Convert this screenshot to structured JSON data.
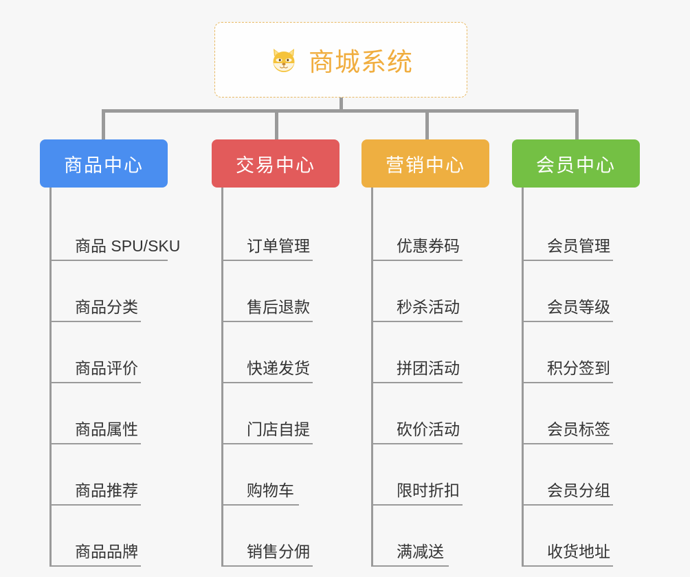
{
  "diagram": {
    "title": "商城系统",
    "root": {
      "label": "商城系统",
      "icon": "shiba-inu-dog-face-emoji",
      "text_color": "#f0ad3e",
      "border_color": "#e8b860",
      "background": "#fefefe"
    },
    "canvas_background": "#f7f7f7",
    "connector_color": "#9a9a9a",
    "columns": [
      {
        "header": "商品中心",
        "color": "#4a8ef0",
        "items": [
          "商品 SPU/SKU",
          "商品分类",
          "商品评价",
          "商品属性",
          "商品推荐",
          "商品品牌"
        ]
      },
      {
        "header": "交易中心",
        "color": "#e25b5b",
        "items": [
          "订单管理",
          "售后退款",
          "快递发货",
          "门店自提",
          "购物车",
          "销售分佣"
        ]
      },
      {
        "header": "营销中心",
        "color": "#eeaf41",
        "items": [
          "优惠券码",
          "秒杀活动",
          "拼团活动",
          "砍价活动",
          "限时折扣",
          "满减送"
        ]
      },
      {
        "header": "会员中心",
        "color": "#74c044",
        "items": [
          "会员管理",
          "会员等级",
          "积分签到",
          "会员标签",
          "会员分组",
          "收货地址"
        ]
      }
    ]
  }
}
